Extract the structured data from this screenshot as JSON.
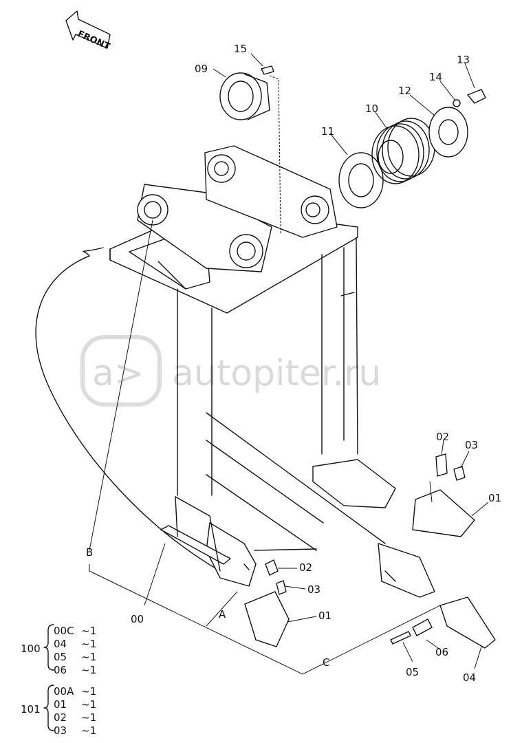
{
  "front_label": "FRONT",
  "watermark": "autopiter.ru",
  "watermark_logo": "a>",
  "callouts": {
    "c15": "15",
    "c09": "09",
    "c13": "13",
    "c14": "14",
    "c12": "12",
    "c10": "10",
    "c11": "11",
    "c02_right": "02",
    "c03_right": "03",
    "c01_right": "01",
    "c02_front": "02",
    "c03_front": "03",
    "c01_front": "01",
    "c00": "00",
    "c06": "06",
    "c05": "05",
    "c04": "04"
  },
  "section_letters": {
    "a": "A",
    "b": "B",
    "c": "C"
  },
  "assemblies": [
    {
      "id": "100",
      "items": [
        {
          "part": "00C",
          "qty": "~1"
        },
        {
          "part": "04",
          "qty": "~1"
        },
        {
          "part": "05",
          "qty": "~1"
        },
        {
          "part": "06",
          "qty": "~1"
        }
      ]
    },
    {
      "id": "101",
      "items": [
        {
          "part": "00A",
          "qty": "~1"
        },
        {
          "part": "01",
          "qty": "~1"
        },
        {
          "part": "02",
          "qty": "~1"
        },
        {
          "part": "03",
          "qty": "~1"
        }
      ]
    }
  ]
}
